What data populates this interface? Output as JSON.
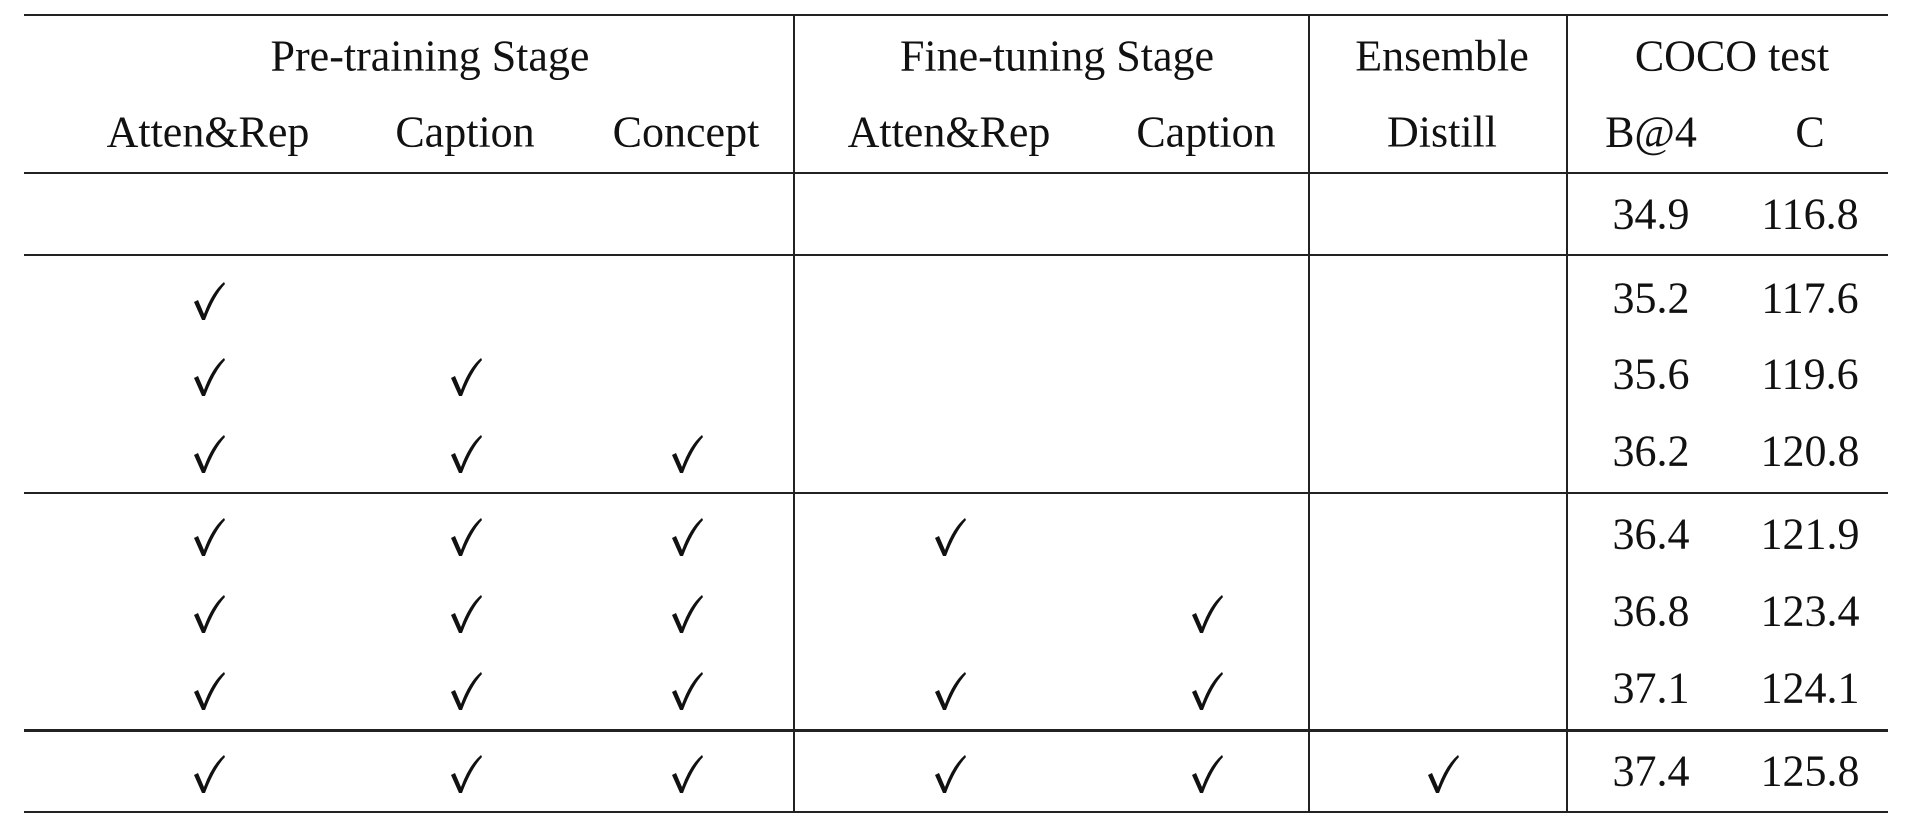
{
  "table": {
    "group_headers": [
      "Pre-training Stage",
      "Fine-tuning Stage",
      "Ensemble",
      "COCO test"
    ],
    "sub_headers": [
      "Atten&Rep",
      "Caption",
      "Concept",
      "Atten&Rep",
      "Caption",
      "Distill",
      "B@4",
      "C"
    ],
    "rows": [
      {
        "checks": [
          false,
          false,
          false,
          false,
          false,
          false
        ],
        "b4": "34.9",
        "c": "116.8"
      },
      {
        "checks": [
          true,
          false,
          false,
          false,
          false,
          false
        ],
        "b4": "35.2",
        "c": "117.6"
      },
      {
        "checks": [
          true,
          true,
          false,
          false,
          false,
          false
        ],
        "b4": "35.6",
        "c": "119.6"
      },
      {
        "checks": [
          true,
          true,
          true,
          false,
          false,
          false
        ],
        "b4": "36.2",
        "c": "120.8"
      },
      {
        "checks": [
          true,
          true,
          true,
          true,
          false,
          false
        ],
        "b4": "36.4",
        "c": "121.9"
      },
      {
        "checks": [
          true,
          true,
          true,
          false,
          true,
          false
        ],
        "b4": "36.8",
        "c": "123.4"
      },
      {
        "checks": [
          true,
          true,
          true,
          true,
          true,
          false
        ],
        "b4": "37.1",
        "c": "124.1"
      },
      {
        "checks": [
          true,
          true,
          true,
          true,
          true,
          true
        ],
        "b4": "37.4",
        "c": "125.8"
      }
    ]
  }
}
